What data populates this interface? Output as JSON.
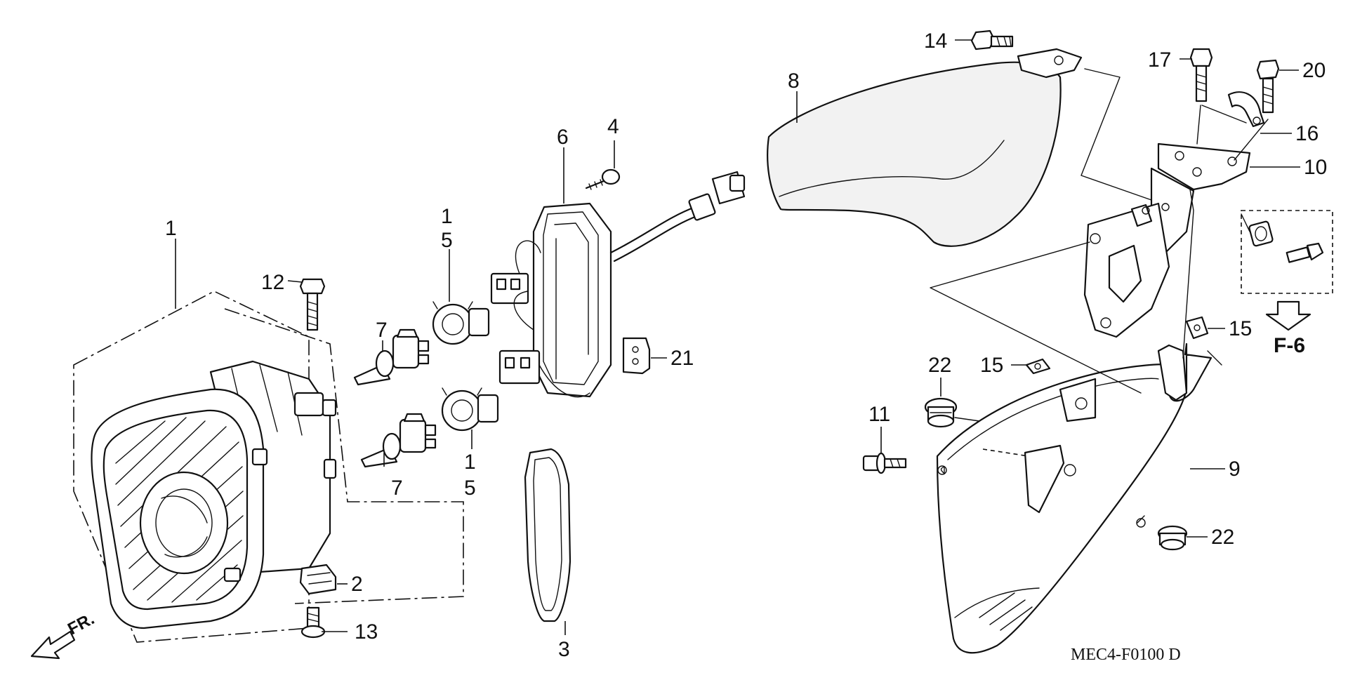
{
  "diagram": {
    "code": "MEC4-F0100 D",
    "front_marker": "FR.",
    "ref_section": "F-6",
    "callouts": {
      "c1a": "1",
      "c1b": "1",
      "c1c": "1",
      "c2": "2",
      "c3": "3",
      "c4": "4",
      "c5a": "5",
      "c5b": "5",
      "c6": "6",
      "c7a": "7",
      "c7b": "7",
      "c8": "8",
      "c9": "9",
      "c10": "10",
      "c11": "11",
      "c12": "12",
      "c13": "13",
      "c14": "14",
      "c15a": "15",
      "c15b": "15",
      "c16": "16",
      "c17": "17",
      "c20": "20",
      "c21": "21",
      "c22a": "22",
      "c22b": "22"
    }
  }
}
